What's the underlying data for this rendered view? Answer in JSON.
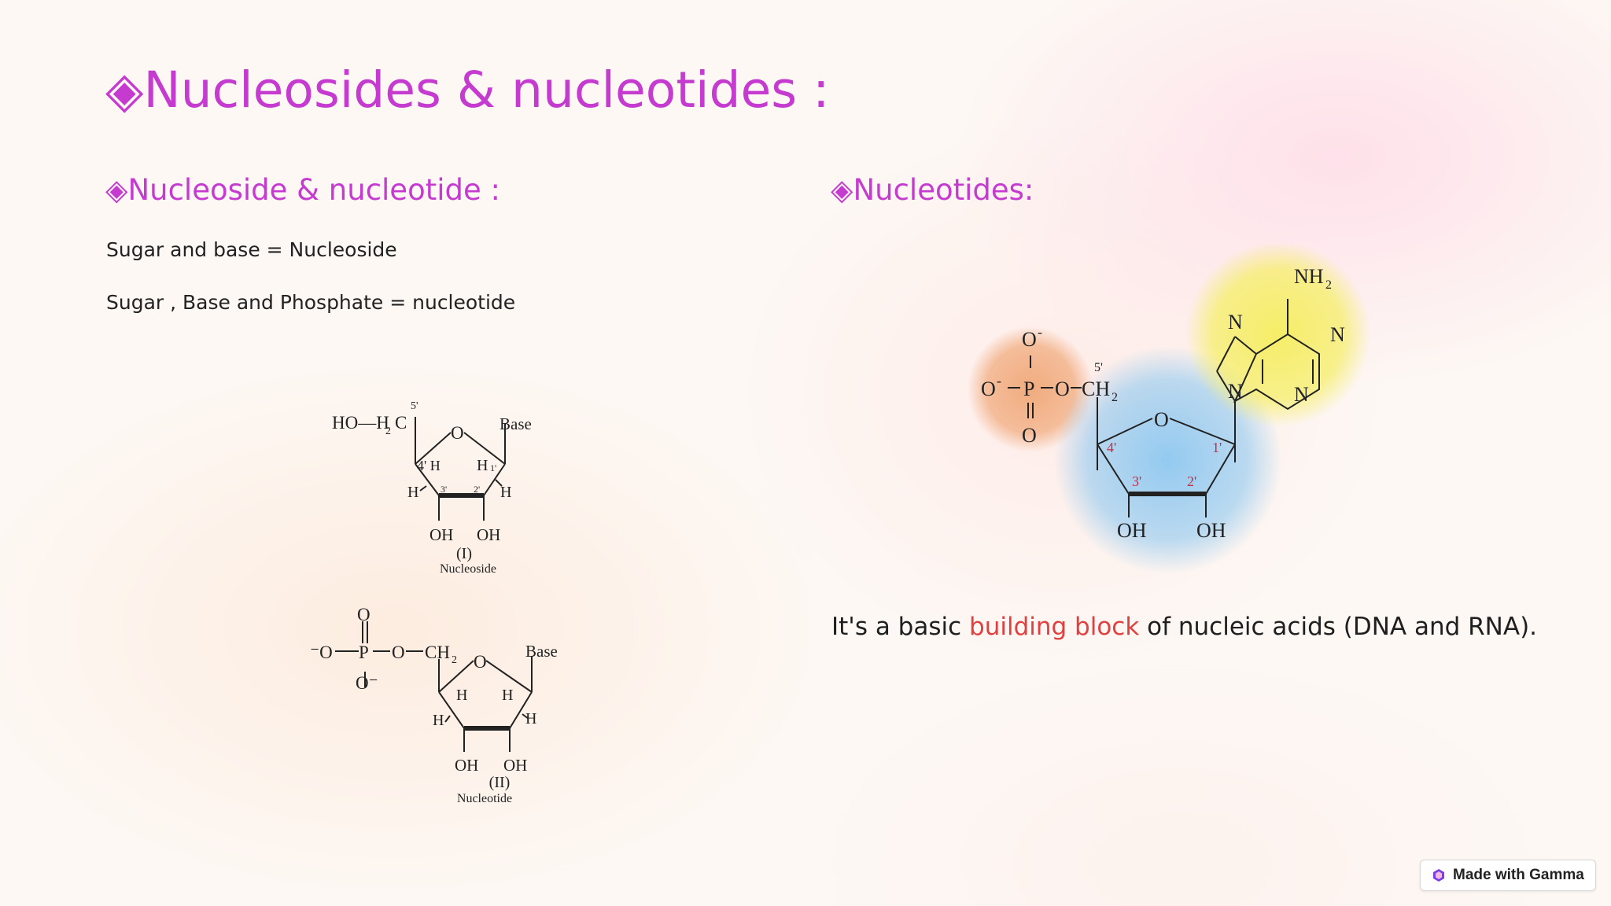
{
  "page": {
    "title": "◈Nucleosides & nucleotides :"
  },
  "left": {
    "heading": "◈Nucleoside & nucleotide :",
    "line1": "Sugar and base = Nucleoside",
    "line2": "Sugar , Base and Phosphate = nucleotide",
    "figure_nucleoside": {
      "label_ho": "HO—H",
      "label_c": "C",
      "sub_2": "2",
      "prime_5": "5'",
      "ring_o": "O",
      "base": "Base",
      "h_4": "4' H",
      "h_1": "H",
      "prime_1": "1'",
      "h_left": "H",
      "prime_3": "3'",
      "prime_2": "2'",
      "h_right": "H",
      "oh_left": "OH",
      "oh_right": "OH",
      "roman": "(I)",
      "caption": "Nucleoside"
    },
    "figure_nucleotide": {
      "o_top": "O",
      "o_minus_left": "⁻O",
      "p": "P",
      "o_link": "O",
      "ch2": "CH",
      "sub_2": "2",
      "ring_o": "O",
      "base": "Base",
      "o_minus_bottom": "O⁻",
      "h_4": "H",
      "h_1": "H",
      "h_left": "H",
      "h_right": "H",
      "oh_left": "OH",
      "oh_right": "OH",
      "roman": "(II)",
      "caption": "Nucleotide"
    }
  },
  "right": {
    "heading": "◈Nucleotides:",
    "figure": {
      "o_top": "O",
      "o_left": "O",
      "minus": "-",
      "p": "P",
      "o_link": "O",
      "ch2": "CH",
      "sub_2": "2",
      "prime_5": "5'",
      "o_bottom": "O",
      "ring_o": "O",
      "prime_4": "4'",
      "prime_1": "1'",
      "prime_3": "3'",
      "prime_2": "2'",
      "oh_left": "OH",
      "oh_right": "OH",
      "nh2": "NH",
      "n_1": "N",
      "n_2": "N",
      "n_3": "N",
      "n_4": "N",
      "colors": {
        "phosphate": "#f0a878",
        "sugar": "#8ec8f0",
        "base": "#f5ee60",
        "prime_labels": "#c0304a"
      }
    },
    "statement": {
      "part1": "It's a basic ",
      "highlight": "building block",
      "part2": " of nucleic acids (DNA and RNA)."
    }
  },
  "badge": {
    "label": "Made with Gamma",
    "icon": "gamma-logo-icon"
  }
}
